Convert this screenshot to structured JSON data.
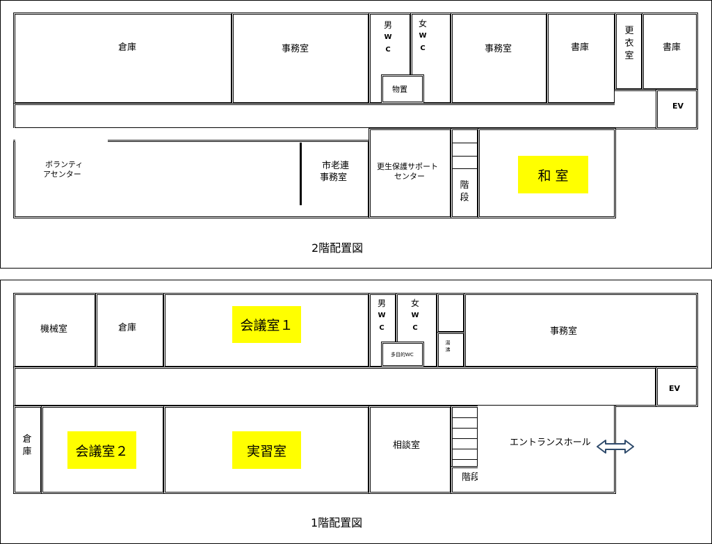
{
  "floor2": {
    "caption": "2階配置図",
    "rooms": {
      "storage": "倉庫",
      "office_left": "事務室",
      "wc_men": "男",
      "wc_women": "女",
      "wc_w": "W",
      "wc_c": "C",
      "supplies": "物置",
      "office_right": "事務室",
      "library1": "書庫",
      "changing": "更衣室",
      "library2": "書庫",
      "ev": "EV",
      "volunteer_line1": "ボランティ",
      "volunteer_line2": "アセンター",
      "senior_line1": "市老連",
      "senior_line2": "事務室",
      "rehab_line1": "更生保護サポート",
      "rehab_line2": "センター",
      "stairs": "階段",
      "japanese_room": "和 室"
    }
  },
  "floor1": {
    "caption": "1階配置図",
    "rooms": {
      "machine": "機械室",
      "storage": "倉庫",
      "meeting1": "会議室１",
      "wc_men": "男",
      "wc_women": "女",
      "wc_w": "W",
      "wc_c": "C",
      "multi_wc": "多目的WC",
      "kitchen": "湯沸",
      "office": "事務室",
      "ev": "EV",
      "storage_small": "倉庫",
      "meeting2": "会議室２",
      "practice": "実習室",
      "consult": "相談室",
      "entrance": "エントランスホール",
      "stairs": "階段"
    }
  },
  "colors": {
    "highlight": "#ffff00",
    "arrow": "#2e4a6b"
  },
  "icons": {
    "entrance_arrow": "double-arrow-icon"
  }
}
